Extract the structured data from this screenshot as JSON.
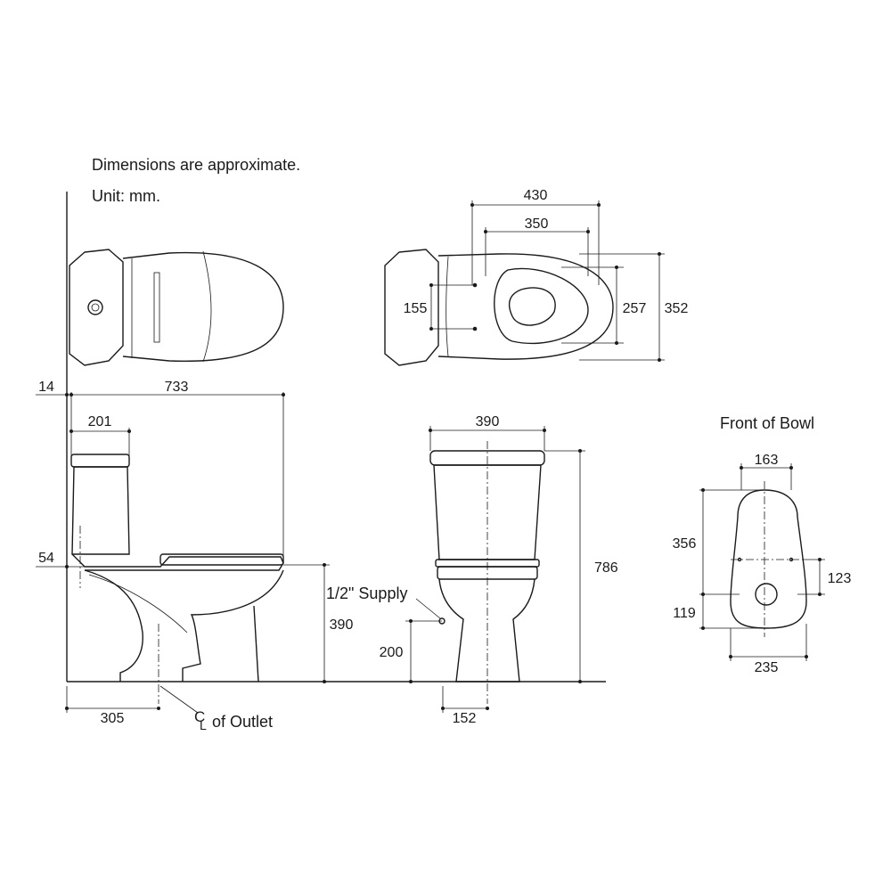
{
  "notes": {
    "approx": "Dimensions are approximate.",
    "unit": "Unit: mm."
  },
  "labels": {
    "front_of_bowl": "Front of Bowl",
    "supply": "1/2\" Supply",
    "outlet_cl": "C",
    "outlet_l": "L",
    "outlet_text": "of Outlet"
  },
  "dims": {
    "top_width_outer": "430",
    "top_width_inner": "350",
    "top_bolt_spacing": "155",
    "top_depth_inner": "257",
    "top_depth_outer": "352",
    "side_gap": "14",
    "side_length": "733",
    "side_tank_depth": "201",
    "side_floor_gap": "54",
    "side_seat_height": "390",
    "side_outlet": "305",
    "front_tank_width": "390",
    "front_height": "786",
    "front_supply_height": "200",
    "front_outlet_width": "152",
    "bowl_front_top": "163",
    "bowl_front_height": "356",
    "bowl_front_right": "123",
    "bowl_front_bottom_gap": "119",
    "bowl_front_width": "235"
  }
}
